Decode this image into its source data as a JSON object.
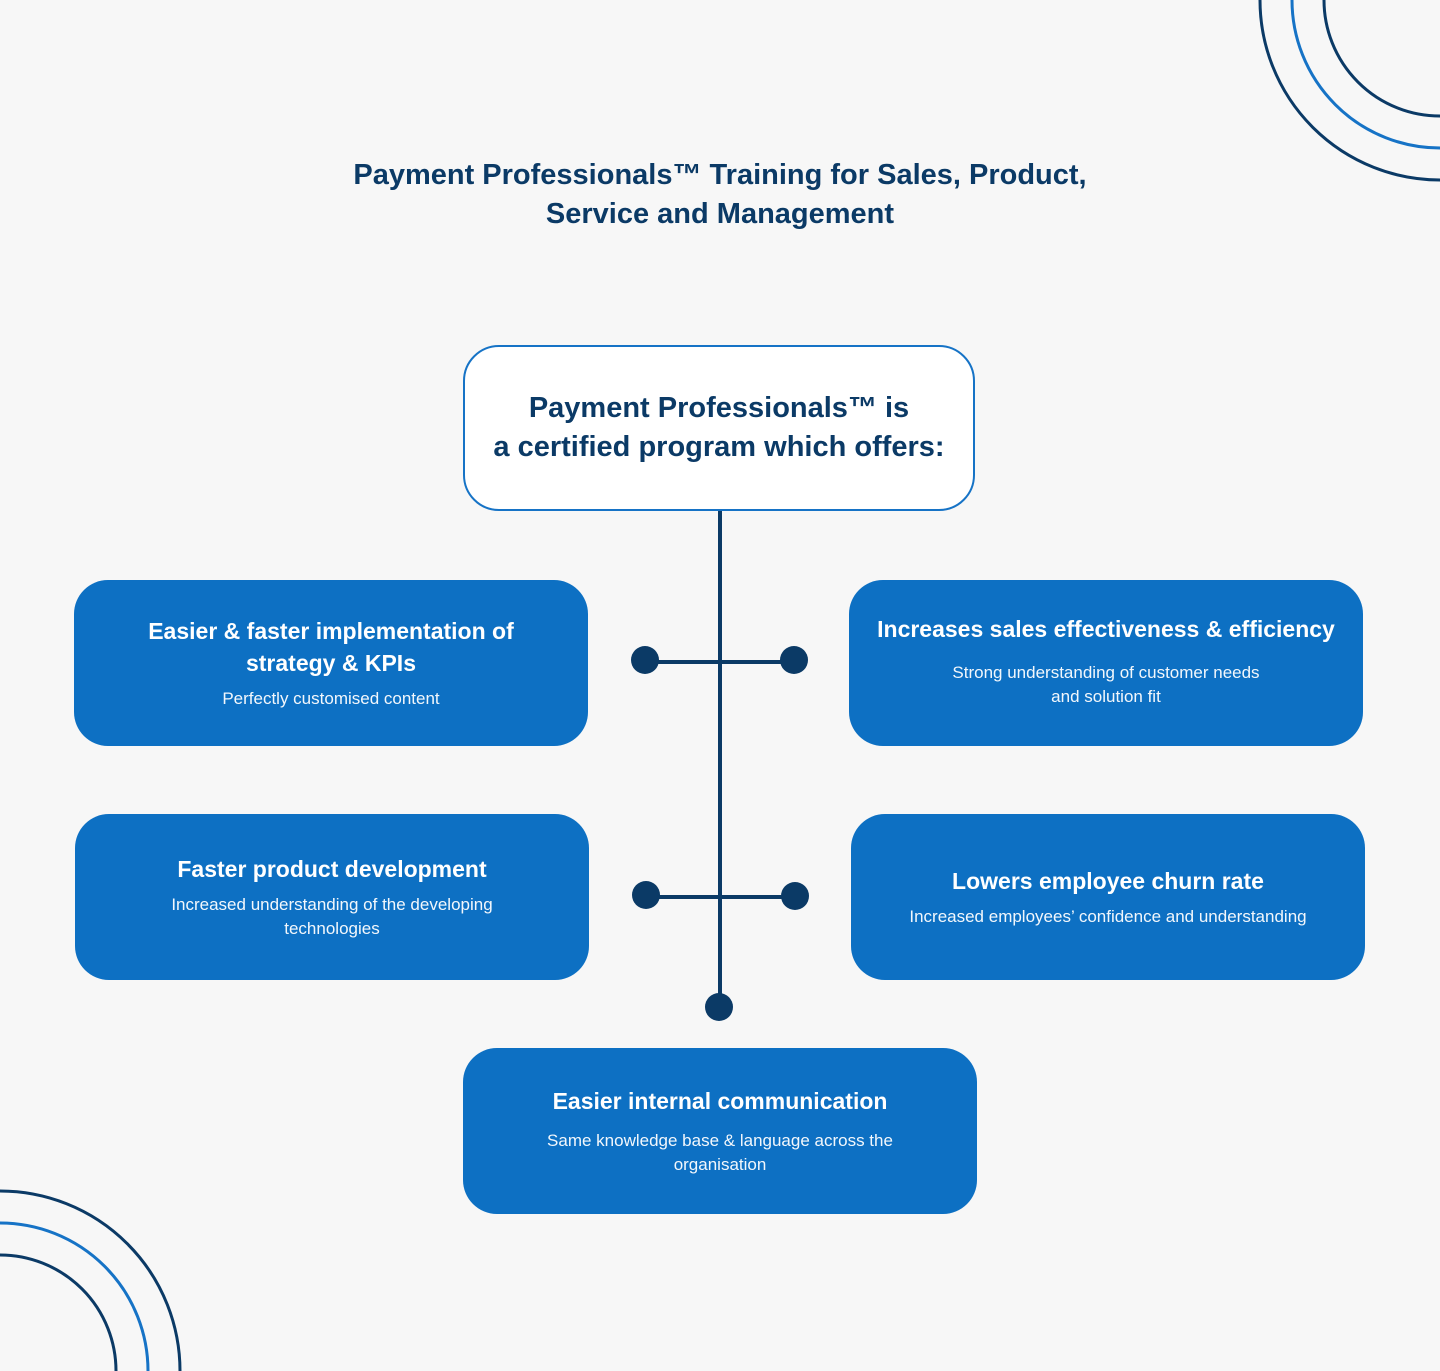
{
  "title": {
    "line1": "Payment Professionals™ Training for Sales, Product,",
    "line2": "Service and Management"
  },
  "hub": {
    "line1": "Payment Professionals™ is",
    "line2": "a certified program which offers:"
  },
  "cards": [
    {
      "title_lines": [
        "Easier & faster implementation of",
        "strategy & KPIs"
      ],
      "desc_lines": [
        "Perfectly customised content"
      ]
    },
    {
      "title_lines": [
        "Increases sales effectiveness & efficiency"
      ],
      "desc_lines": [
        "Strong understanding of customer needs",
        "and solution fit"
      ]
    },
    {
      "title_lines": [
        "Faster product development"
      ],
      "desc_lines": [
        "Increased understanding of the developing",
        "technologies"
      ]
    },
    {
      "title_lines": [
        "Lowers employee churn rate"
      ],
      "desc_lines": [
        "Increased employees’ confidence and understanding"
      ]
    },
    {
      "title_lines": [
        "Easier internal communication"
      ],
      "desc_lines": [
        "Same knowledge base & language across the",
        "organisation"
      ]
    }
  ],
  "colors": {
    "background": "#f7f7f7",
    "navy": "#0b3a66",
    "card_blue": "#0d70c3",
    "outline_blue": "#1673c6",
    "arc_light": "#1673c6",
    "arc_dark": "#0b3a66"
  }
}
